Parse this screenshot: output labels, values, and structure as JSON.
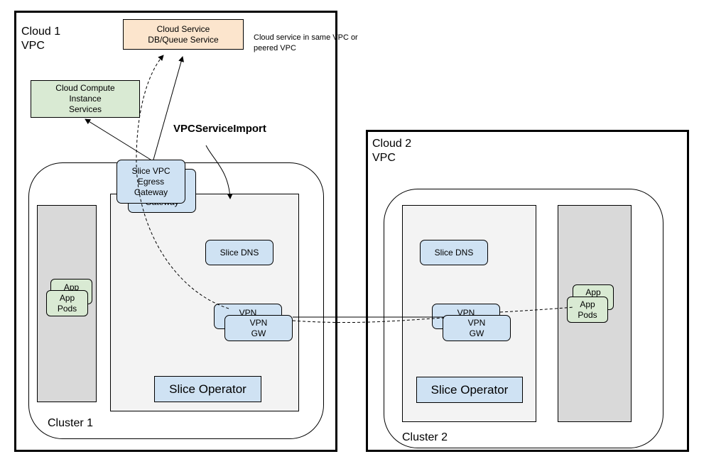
{
  "cloud1": {
    "label_line1": "Cloud 1",
    "label_line2": "VPC",
    "cloud_service": {
      "line1": "Cloud Service",
      "line2": "DB/Queue Service"
    },
    "cloud_service_note": {
      "line1": "Cloud service in same VPC or",
      "line2": "peered VPC"
    },
    "compute": {
      "line1": "Cloud Compute",
      "line2": "Instance",
      "line3": "Services"
    },
    "vpc_service_import": "VPCServiceImport",
    "egress_gateway": {
      "line1": "Slice VPC",
      "line2": "Egress",
      "line3": "Gateway",
      "back_label": "Gateway"
    },
    "cluster": {
      "label": "Cluster 1",
      "slice_dns": "Slice DNS",
      "vpn_back": "VPN",
      "vpn_front": {
        "line1": "VPN",
        "line2": "GW"
      },
      "slice_operator": "Slice Operator",
      "app_back": "App",
      "app_front": {
        "line1": "App",
        "line2": "Pods"
      }
    }
  },
  "cloud2": {
    "label_line1": "Cloud 2",
    "label_line2": "VPC",
    "cluster": {
      "label": "Cluster 2",
      "slice_dns": "Slice DNS",
      "vpn_back": "VPN",
      "vpn_front": {
        "line1": "VPN",
        "line2": "GW"
      },
      "slice_operator": "Slice Operator",
      "app_back": "App",
      "app_front": {
        "line1": "App",
        "line2": "Pods"
      }
    }
  }
}
